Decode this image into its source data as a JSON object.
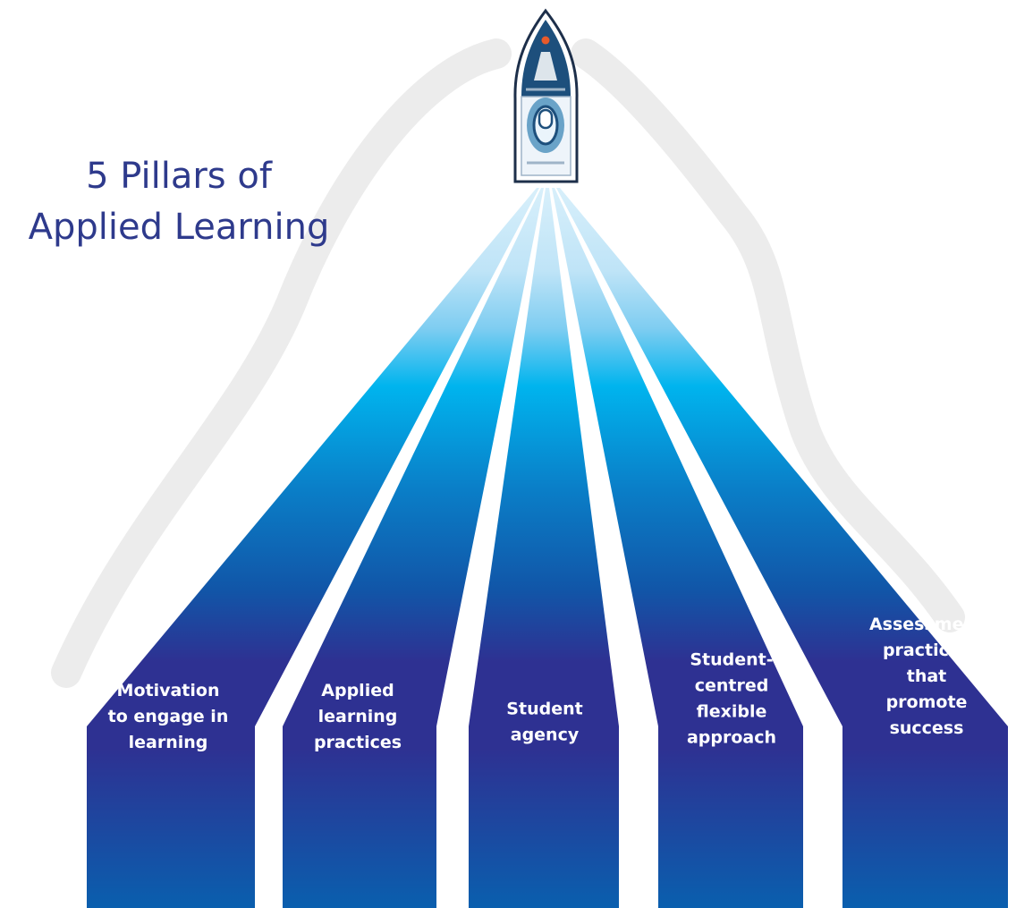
{
  "title": {
    "line1": "5 Pillars of",
    "line2": "Applied Learning"
  },
  "pillars": [
    {
      "lines": [
        "Motivation",
        "to engage in",
        "learning"
      ]
    },
    {
      "lines": [
        "Applied",
        "learning",
        "practices"
      ]
    },
    {
      "lines": [
        "Student",
        "agency"
      ]
    },
    {
      "lines": [
        "Student-",
        "centred",
        "flexible",
        "approach"
      ]
    },
    {
      "lines": [
        "Assessment",
        "practices",
        "that",
        "promote",
        "success"
      ]
    }
  ],
  "colors": {
    "title": "#2e3a8c",
    "pillar_top": "#cfe9f8",
    "pillar_mid": "#00aeef",
    "pillar_deep": "#0062ad",
    "pillar_dark": "#2e3192",
    "wake": "#ececec",
    "boat_hull": "#1d4f7c",
    "boat_light": "#e85a2a"
  },
  "icons": {
    "boat": "boat-icon"
  }
}
